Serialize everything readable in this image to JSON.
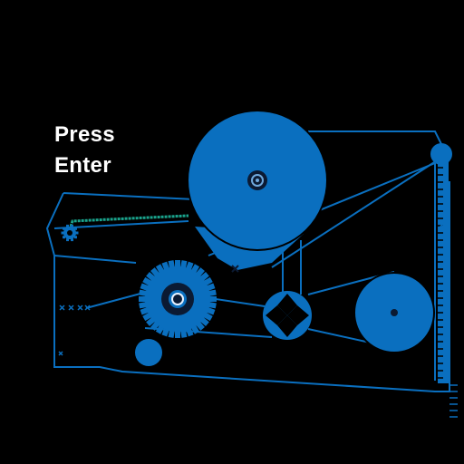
{
  "prompt": {
    "line1": "Press",
    "line2": "Enter"
  },
  "colors": {
    "background": "#000000",
    "machine_blue": "#0a6fbf",
    "chain_teal": "#1aa38c",
    "dark_hub": "#0b1a33",
    "text": "#ffffff"
  },
  "scene": {
    "objects": [
      "large-drum",
      "small-sprocket",
      "chain",
      "toothed-gear",
      "cross-pulley",
      "right-pulley",
      "small-wheel",
      "rotating-frame",
      "end-roller",
      "side-ruler"
    ]
  }
}
